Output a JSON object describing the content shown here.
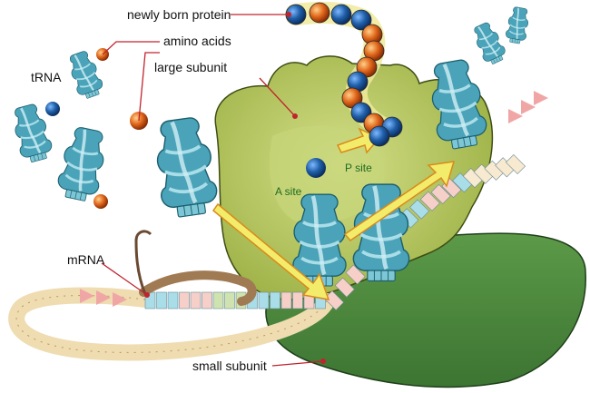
{
  "labels": {
    "newly_born_protein": "newly born protein",
    "amino_acids": "amino acids",
    "large_subunit": "large subunit",
    "trna": "tRNA",
    "mrna": "mRNA",
    "small_subunit": "small subunit",
    "a_site": "A site",
    "p_site": "P site"
  },
  "colors": {
    "large_subunit": "#b7c85a",
    "small_subunit": "#4e8c3f",
    "trna_body": "#4aa3b8",
    "trna_light": "#a9dde8",
    "protein_blue": "#1f5fa8",
    "protein_orange": "#e0661a",
    "arrow_yellow": "#f3ec6a",
    "label_line": "#c0242e"
  },
  "protein_chain": [
    "blue",
    "orange",
    "blue",
    "blue",
    "orange",
    "orange",
    "orange",
    "blue",
    "orange",
    "blue",
    "orange",
    "blue",
    "blue"
  ]
}
